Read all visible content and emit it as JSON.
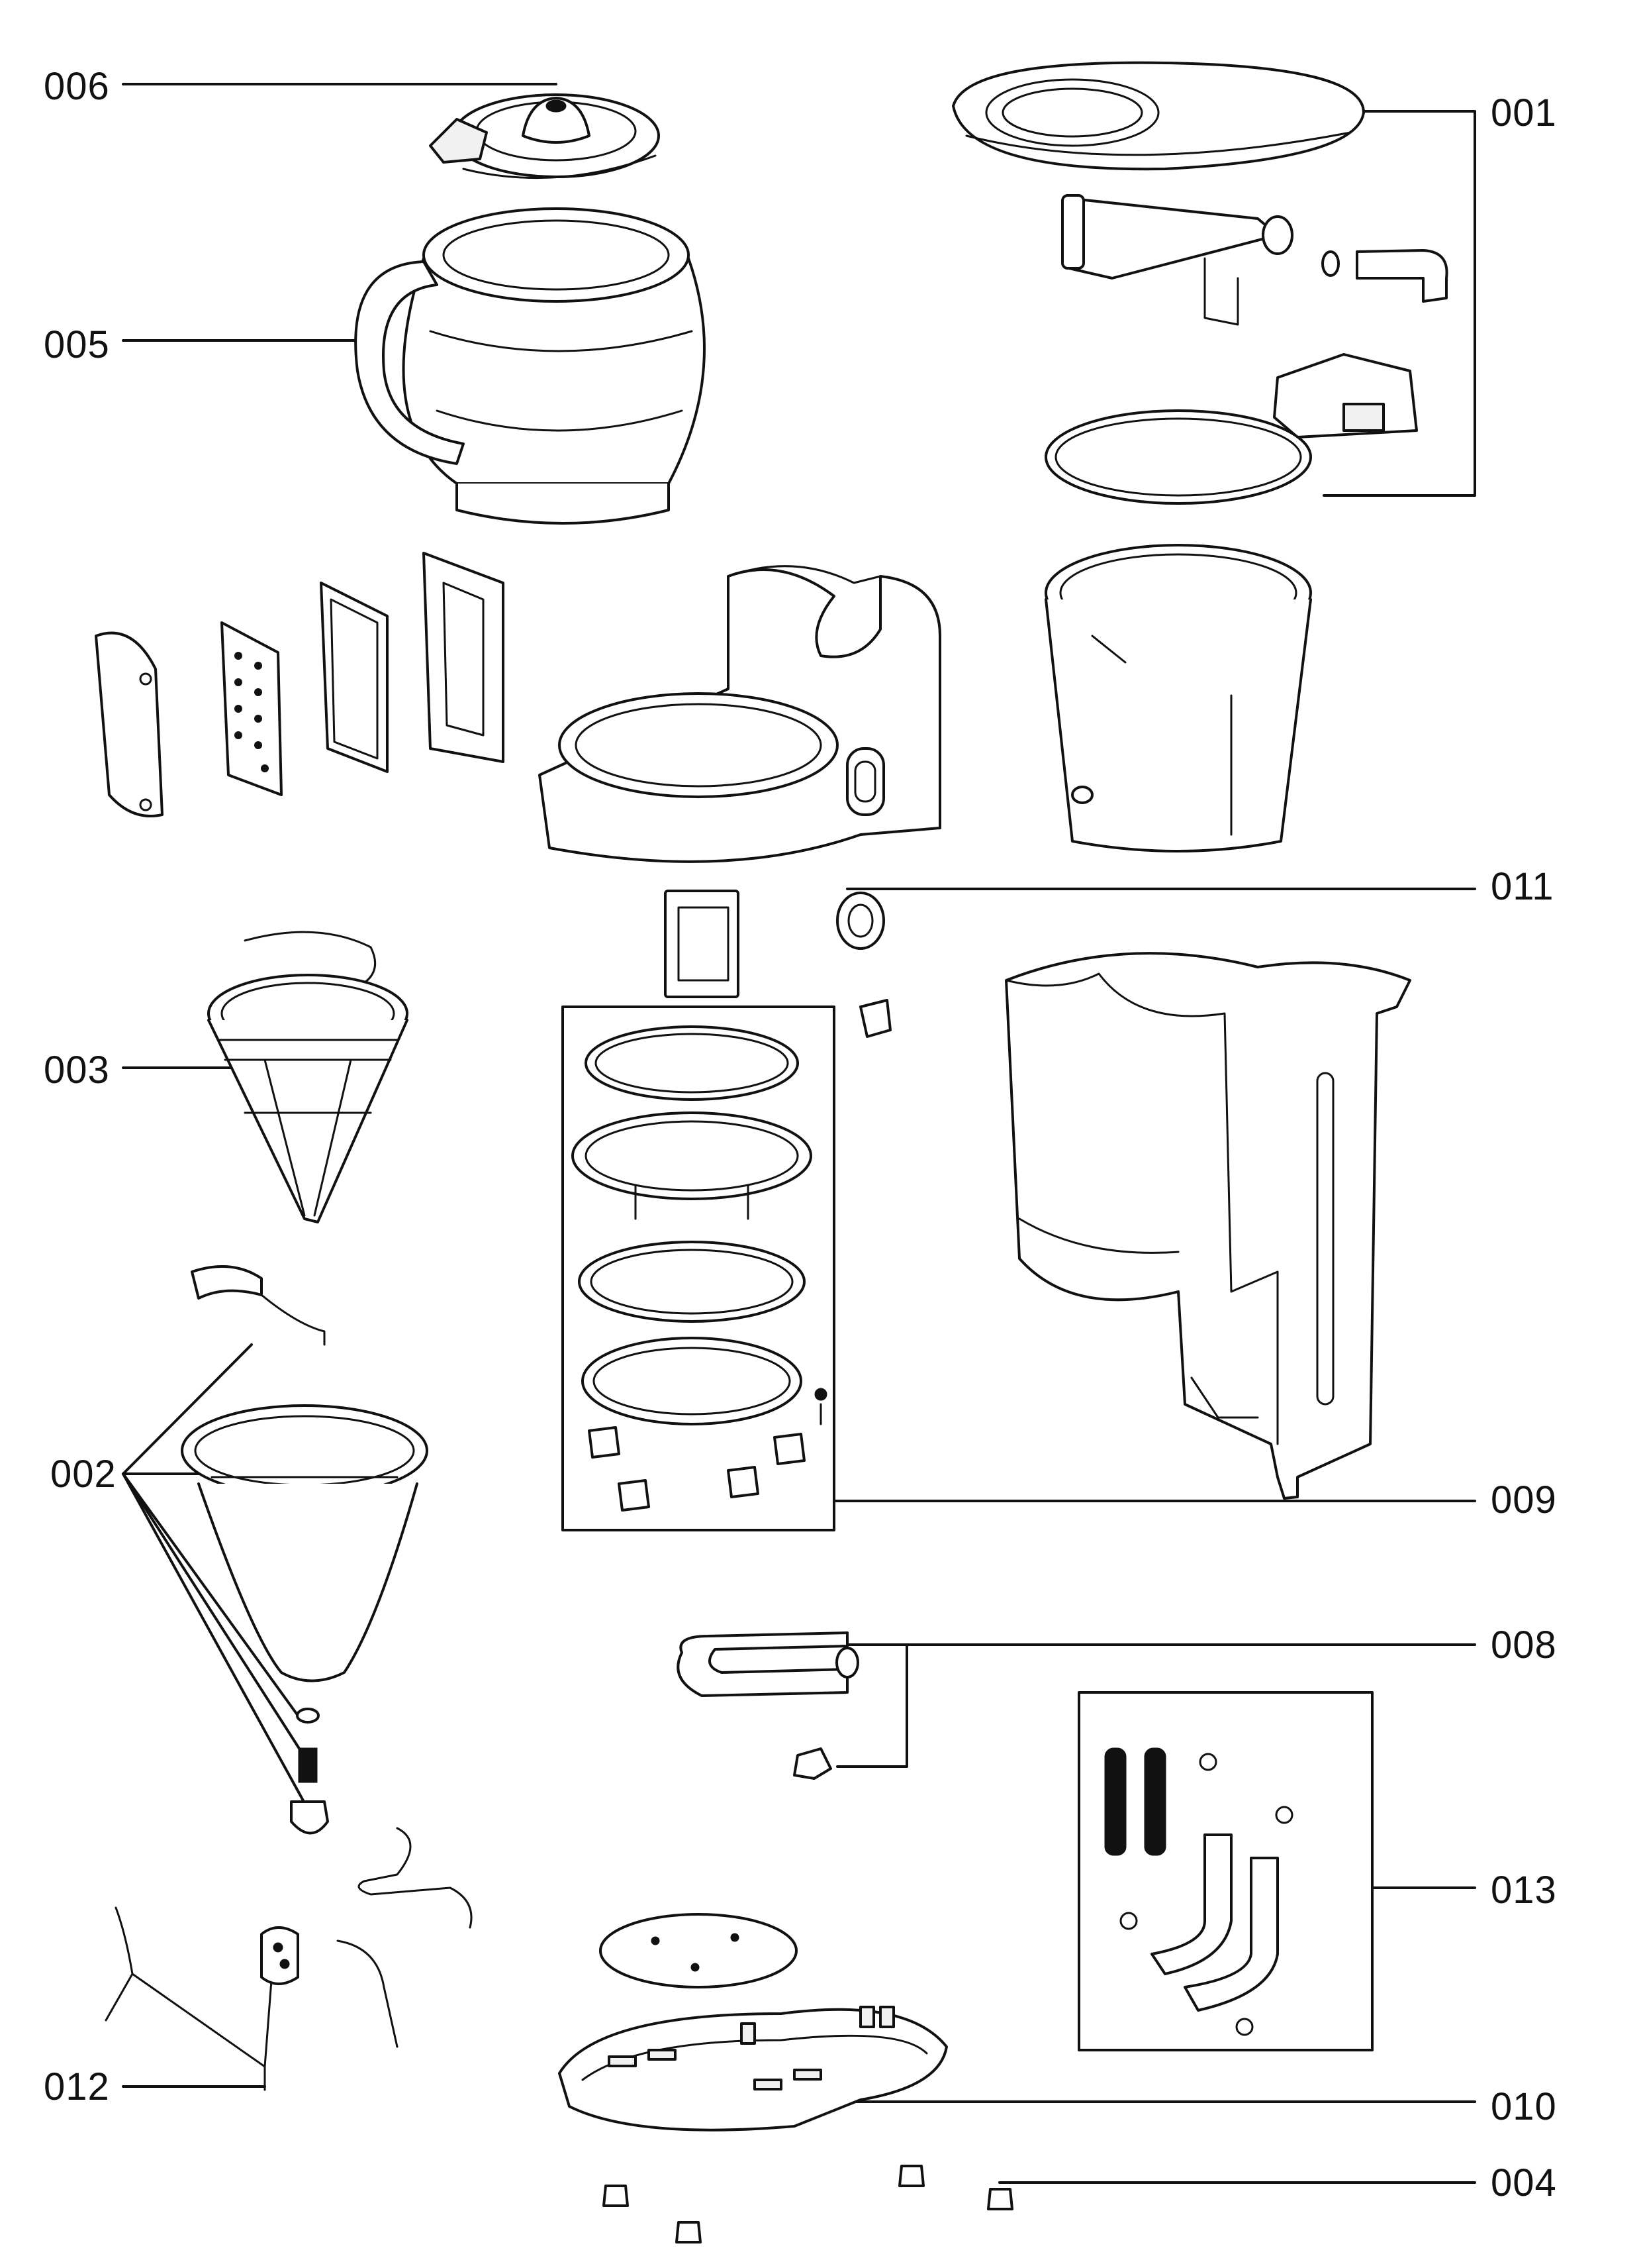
{
  "callouts": {
    "c001": "001",
    "c002": "002",
    "c003": "003",
    "c004": "004",
    "c005": "005",
    "c006": "006",
    "c008": "008",
    "c009": "009",
    "c010": "010",
    "c011": "011",
    "c012": "012",
    "c013": "013"
  }
}
